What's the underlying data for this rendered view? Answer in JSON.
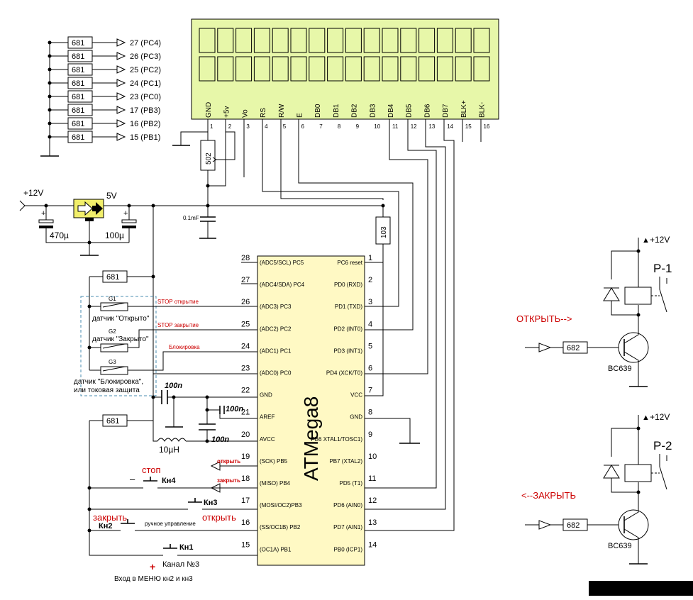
{
  "lcd": {
    "pins": [
      {
        "num": "1",
        "name": "GND"
      },
      {
        "num": "2",
        "name": "+5v"
      },
      {
        "num": "3",
        "name": "Vo"
      },
      {
        "num": "4",
        "name": "RS"
      },
      {
        "num": "5",
        "name": "R/W"
      },
      {
        "num": "6",
        "name": "E"
      },
      {
        "num": "7",
        "name": "DB0"
      },
      {
        "num": "8",
        "name": "DB1"
      },
      {
        "num": "9",
        "name": "DB2"
      },
      {
        "num": "10",
        "name": "DB3"
      },
      {
        "num": "11",
        "name": "DB4"
      },
      {
        "num": "12",
        "name": "DB5"
      },
      {
        "num": "13",
        "name": "DB6"
      },
      {
        "num": "14",
        "name": "DB7"
      },
      {
        "num": "15",
        "name": "BLK+"
      },
      {
        "num": "16",
        "name": "BLK-"
      }
    ]
  },
  "resistor_bank": {
    "value": "681",
    "outputs": [
      "27 (PC4)",
      "26 (PC3)",
      "25 (PC2)",
      "24 (PC1)",
      "23 (PC0)",
      "17 (PB3)",
      "16 (PB2)",
      "15 (PB1)"
    ]
  },
  "power": {
    "input_label": "+12V",
    "reg_label": "5V",
    "cap_in": "470µ",
    "cap_out": "100µ",
    "plus": "+",
    "decouple_cap": "0.1mF",
    "pot": "502",
    "pullup": "103"
  },
  "mcu": {
    "name": "ATMega8",
    "left_pins": [
      {
        "num": "28",
        "name": "(ADC5/SCL) PC5"
      },
      {
        "num": "27",
        "name": "(ADC4/SDA) PC4"
      },
      {
        "num": "26",
        "name": "(ADC3) PC3"
      },
      {
        "num": "25",
        "name": "(ADC2) PC2"
      },
      {
        "num": "24",
        "name": "(ADC1) PC1"
      },
      {
        "num": "23",
        "name": "(ADC0) PC0"
      },
      {
        "num": "22",
        "name": "GND"
      },
      {
        "num": "21",
        "name": "AREF"
      },
      {
        "num": "20",
        "name": "AVCC"
      },
      {
        "num": "19",
        "name": "(SCK) PB5"
      },
      {
        "num": "18",
        "name": "(MISO) PB4"
      },
      {
        "num": "17",
        "name": "(MOSI/OC2)PB3"
      },
      {
        "num": "16",
        "name": "(SS/OC1B) PB2"
      },
      {
        "num": "15",
        "name": "(OC1A) PB1"
      }
    ],
    "right_pins": [
      {
        "num": "1",
        "name": "PC6 reset"
      },
      {
        "num": "2",
        "name": "PD0 (RXD)"
      },
      {
        "num": "3",
        "name": "PD1 (TXD)"
      },
      {
        "num": "4",
        "name": "PD2 (INT0)"
      },
      {
        "num": "5",
        "name": "PD3 (INT1)"
      },
      {
        "num": "6",
        "name": "PD4 (XCK/T0)"
      },
      {
        "num": "7",
        "name": "VCC"
      },
      {
        "num": "8",
        "name": "GND"
      },
      {
        "num": "9",
        "name": "PB6 XTAL1/TOSC1)"
      },
      {
        "num": "10",
        "name": "PB7 (XTAL2)"
      },
      {
        "num": "11",
        "name": "PD5  (T1)"
      },
      {
        "num": "12",
        "name": "PD6 (AIN0)"
      },
      {
        "num": "13",
        "name": "PD7 (AIN1)"
      },
      {
        "num": "14",
        "name": "PB0 (ICP1)"
      }
    ]
  },
  "sensors": {
    "resistor": "681",
    "g1": "G1",
    "g2": "G2",
    "g3": "G3",
    "s1": "датчик \"Открыто\"",
    "s2": "датчик \"Закрыто\"",
    "s3a": "датчик \"Блокировка\",",
    "s3b": "или токовая защита",
    "net1": "STOP открытие",
    "net2": "STOP закрытие",
    "net3": "Блокировка"
  },
  "analog": {
    "c1": "100n",
    "c2": "100n",
    "c3": "100n",
    "inductor": "10µH",
    "r": "681"
  },
  "buttons": {
    "stop": "стоп",
    "minus": "–",
    "kn4": "Кн4",
    "kn3": "Кн3",
    "open_red": "открыть",
    "close_red": "закрыть",
    "kn2": "Кн2",
    "manual": "ручное управление",
    "kn1": "Кн1",
    "plus": "+",
    "channel": "Канал №3",
    "menu": "Вход в МЕНЮ кн2 и кн3",
    "arrow_open": "открыть",
    "arrow_close": "закрыть"
  },
  "relays": {
    "supply": "+12V",
    "r1": "P-1",
    "r2": "P-2",
    "open_label": "ОТКРЫТЬ-->",
    "close_label": "<--ЗАКРЫТЬ",
    "res": "682",
    "transistor": "BC639"
  }
}
